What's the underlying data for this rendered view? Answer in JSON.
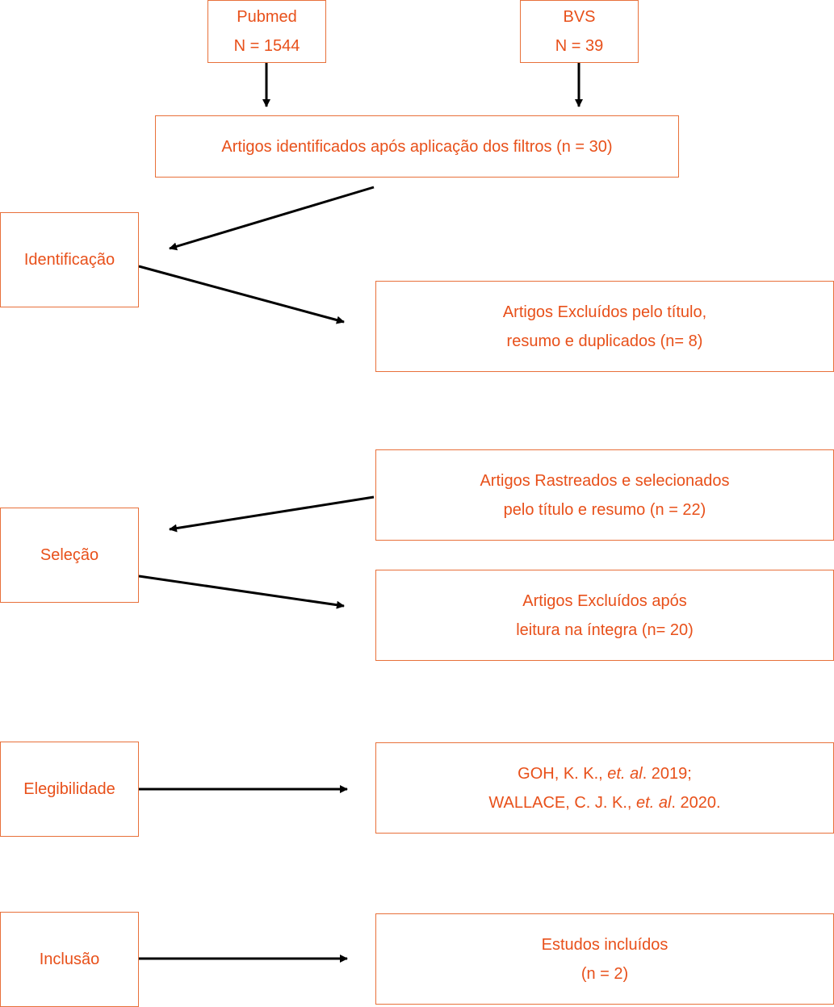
{
  "colors": {
    "box_border": "#e8703a",
    "text": "#e8501a",
    "arrow": "#000000"
  },
  "sources": {
    "pubmed": {
      "name": "Pubmed",
      "count": "N = 1544"
    },
    "bvs": {
      "name": "BVS",
      "count": "N = 39"
    }
  },
  "identified": {
    "text": "Artigos identificados após aplicação dos filtros (n = 30)"
  },
  "stages": {
    "identificacao": "Identificação",
    "selecao": "Seleção",
    "elegibilidade": "Elegibilidade",
    "inclusao": "Inclusão"
  },
  "excluded_title": {
    "line1": "Artigos Excluídos pelo título,",
    "line2": "resumo e duplicados (n= 8)"
  },
  "screened": {
    "line1": "Artigos Rastreados e selecionados",
    "line2": "pelo título e resumo (n = 22)"
  },
  "excluded_full": {
    "line1": "Artigos Excluídos após",
    "line2": "leitura na íntegra (n= 20)"
  },
  "eligible": {
    "ref1_author": "GOH, K. K., ",
    "ref1_etal": "et. al",
    "ref1_year": ". 2019;",
    "ref2_author": "WALLACE, C. J. K., ",
    "ref2_etal": "et. al",
    "ref2_year": ". 2020."
  },
  "included": {
    "line1": "Estudos incluídos",
    "line2": "(n = 2)"
  }
}
